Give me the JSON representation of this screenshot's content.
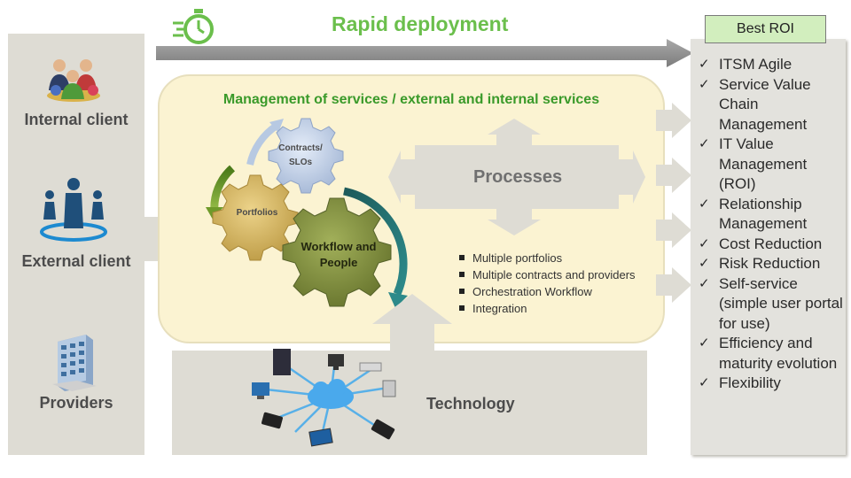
{
  "header": {
    "title": "Rapid deployment"
  },
  "roi": {
    "badge": "Best ROI",
    "items": [
      "ITSM Agile",
      "Service Value Chain Management",
      "IT Value Management (ROI)",
      "Relationship Management",
      "Cost Reduction",
      "Risk Reduction",
      "Self-service (simple user portal for use)",
      "Efficiency and maturity evolution",
      "Flexibility"
    ]
  },
  "clients": {
    "internal": "Internal client",
    "external": "External client",
    "providers": "Providers"
  },
  "management": {
    "title": "Management of services / external and internal services",
    "gears": {
      "contracts": "Contracts/ SLOs",
      "portfolios": "Portfolios",
      "workflow": "Workflow and People"
    }
  },
  "processes": {
    "label": "Processes",
    "items": [
      "Multiple portfolios",
      "Multiple contracts and providers",
      "Orchestration Workflow",
      "Integration"
    ]
  },
  "technology": {
    "label": "Technology"
  },
  "icons": {
    "stopwatch": "stopwatch-icon",
    "internal": "people-meeting-icon",
    "external": "business-people-icon",
    "providers": "office-building-icon",
    "network": "cloud-network-icon"
  },
  "colors": {
    "title_green": "#6bbf4c",
    "gear_green": "#7b8a3a",
    "gear_gold": "#d3b25a",
    "gear_blue": "#c4d4ec"
  }
}
